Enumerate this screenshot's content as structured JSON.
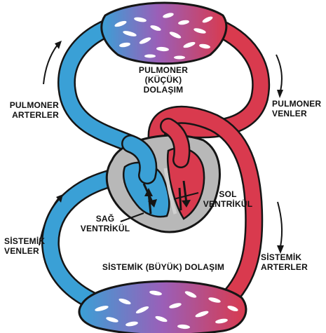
{
  "labels": {
    "pulmonary_circulation": {
      "line1": "PULMONER",
      "line2": "(KÜÇÜK)",
      "line3": "DOLAŞIM"
    },
    "pulmonary_arteries": {
      "line1": "PULMONER",
      "line2": "ARTERLER"
    },
    "pulmonary_veins": {
      "line1": "PULMONER",
      "line2": "VENLER"
    },
    "left_ventricle": {
      "line1": "SOL",
      "line2": "VENTRİKÜL"
    },
    "right_ventricle": {
      "line1": "SAĞ",
      "line2": "VENTRİKÜL"
    },
    "systemic_veins": {
      "line1": "SİSTEMİK",
      "line2": "VENLER"
    },
    "systemic_arteries": {
      "line1": "SİSTEMİK",
      "line2": "ARTERLER"
    },
    "systemic_circulation": "SİSTEMİK (BÜYÜK) DOLAŞIM"
  },
  "colors": {
    "oxygenated": "#d93a4e",
    "deoxygenated": "#3aa0d6",
    "outline": "#151515",
    "capillary_mid": "#9a5fb8",
    "heart_wall": "#b8b8b8",
    "heart_inner": "#d0d0d0"
  }
}
